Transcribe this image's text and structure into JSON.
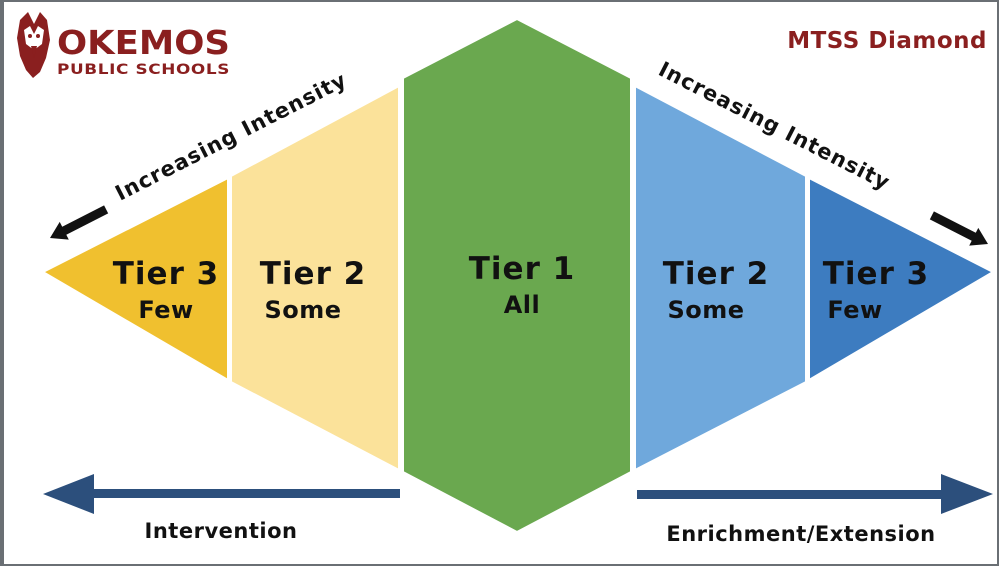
{
  "title": "MTSS Diamond",
  "logo": {
    "name": "OKEMOS",
    "subtitle": "PUBLIC SCHOOLS",
    "icon": "wolf-mascot-icon"
  },
  "tiers": {
    "left_tier3": {
      "name": "Tier 3",
      "reach": "Few"
    },
    "left_tier2": {
      "name": "Tier 2",
      "reach": "Some"
    },
    "center_tier1": {
      "name": "Tier 1",
      "reach": "All"
    },
    "right_tier2": {
      "name": "Tier 2",
      "reach": "Some"
    },
    "right_tier3": {
      "name": "Tier 3",
      "reach": "Few"
    }
  },
  "intensity": {
    "left": "Increasing Intensity",
    "right": "Increasing Intensity"
  },
  "bottom": {
    "left": "Intervention",
    "right": "Enrichment/Extension"
  },
  "colors": {
    "tier3_left": "#f0c02f",
    "tier2_left": "#fbe29a",
    "tier1": "#6aa84f",
    "tier2_right": "#6fa8dc",
    "tier3_right": "#3d7cc0",
    "bottom_arrows": "#2c4f7c",
    "brand": "#8a1f1f"
  }
}
